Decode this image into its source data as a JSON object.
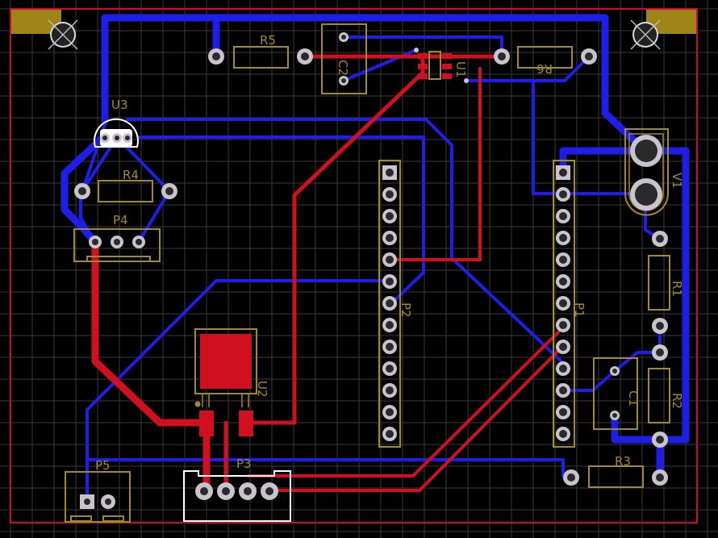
{
  "colors": {
    "background": "#000000",
    "grid": "#3a3a3a",
    "board_outline": "#c8102e",
    "top_copper": "#1e1ee8",
    "bottom_copper": "#d0101e",
    "silkscreen": "#a08a2a",
    "pad_ring": "#c9c3cc",
    "pad_hole": "#404040",
    "mount_pad": "#a08418",
    "connector_outline": "#ffffff"
  },
  "designators": {
    "R5": "R5",
    "R6": "R6",
    "C2": "C2",
    "U1": "U1",
    "U3": "U3",
    "R4": "R4",
    "P4": "P4",
    "P2": "P2",
    "P1": "P1",
    "V1": "V1",
    "R1": "R1",
    "C1": "C1",
    "R2": "R2",
    "R3": "R3",
    "U2": "U2",
    "P3": "P3",
    "P5": "P5"
  },
  "icons": {
    "mount_hole": "mounting-hole-icon",
    "through_hole_pad": "through-hole-pad-icon"
  }
}
